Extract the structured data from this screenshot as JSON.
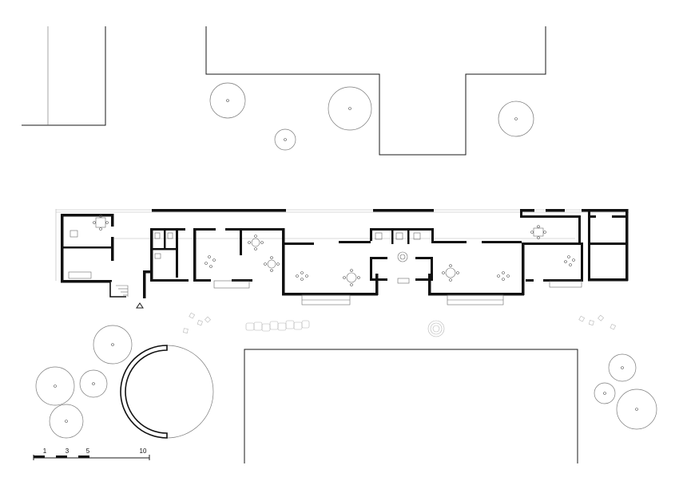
{
  "drawing": {
    "type": "architectural-site-plan"
  },
  "scale_bar": {
    "labels": [
      "1",
      "3",
      "5",
      "10"
    ]
  }
}
